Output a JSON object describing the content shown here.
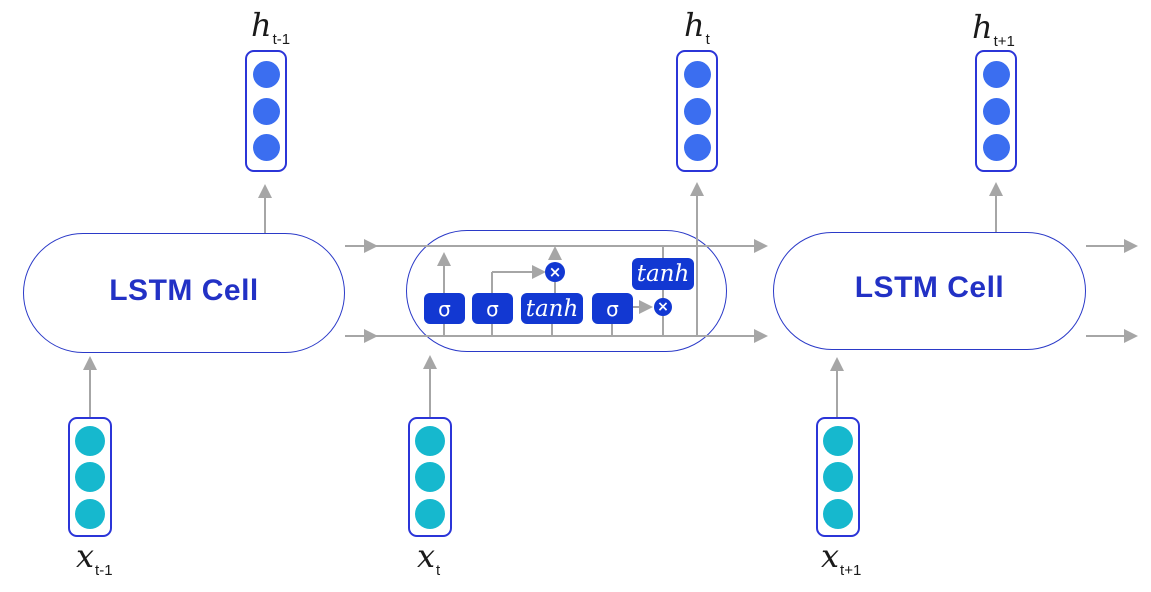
{
  "cells": {
    "left": {
      "label": "LSTM Cell"
    },
    "right": {
      "label": "LSTM Cell"
    }
  },
  "middle_cell": {
    "gates": {
      "sigma_1": "σ",
      "sigma_2": "σ",
      "tanh_1": "tanh",
      "sigma_3": "σ",
      "tanh_2": "tanh"
    },
    "operators": {
      "multiply_top": "×",
      "multiply_right": "×"
    }
  },
  "vectors": {
    "h_prev": {
      "base": "h",
      "subscript": "t-1"
    },
    "h_curr": {
      "base": "h",
      "subscript": "t"
    },
    "h_next": {
      "base": "h",
      "subscript": "t+1"
    },
    "x_prev": {
      "base": "x",
      "subscript": "t-1"
    },
    "x_curr": {
      "base": "x",
      "subscript": "t"
    },
    "x_next": {
      "base": "x",
      "subscript": "t+1"
    }
  },
  "colors": {
    "h-dot": "#3B6EF0",
    "x-dot": "#16B8CE",
    "gate-fill": "#1238D2",
    "box-border": "#2B35D8",
    "stadium-border": "#2B3AC8",
    "cell-text": "#2231C5",
    "arrow": "#A6A6A6",
    "label-text": "#1A1A1A"
  }
}
